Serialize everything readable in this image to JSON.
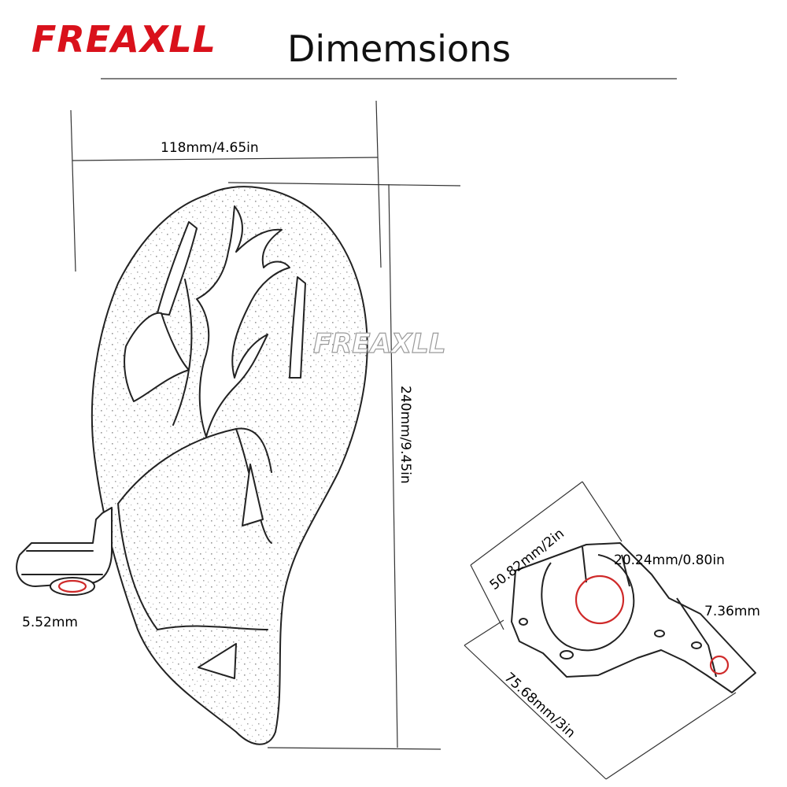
{
  "header": {
    "logo": "FREAXLL",
    "title": "Dimemsions"
  },
  "watermark": "FREAXLL",
  "dimensions": {
    "width": "118mm/4.65in",
    "height": "240mm/9.45in",
    "bolt_hole": "5.52mm",
    "clamp_length": "50.82mm/2in",
    "clamp_bore": "20.24mm/0.80in",
    "small_hole": "7.36mm",
    "mount_length": "75.68mm/3in"
  },
  "colors": {
    "logo_red": "#d9111b",
    "highlight_circle": "#cf2a2a",
    "line": "#222222",
    "watermark": "#bdbdbd"
  },
  "icons": [
    "handguard-drawing",
    "mount-bracket-drawing"
  ]
}
